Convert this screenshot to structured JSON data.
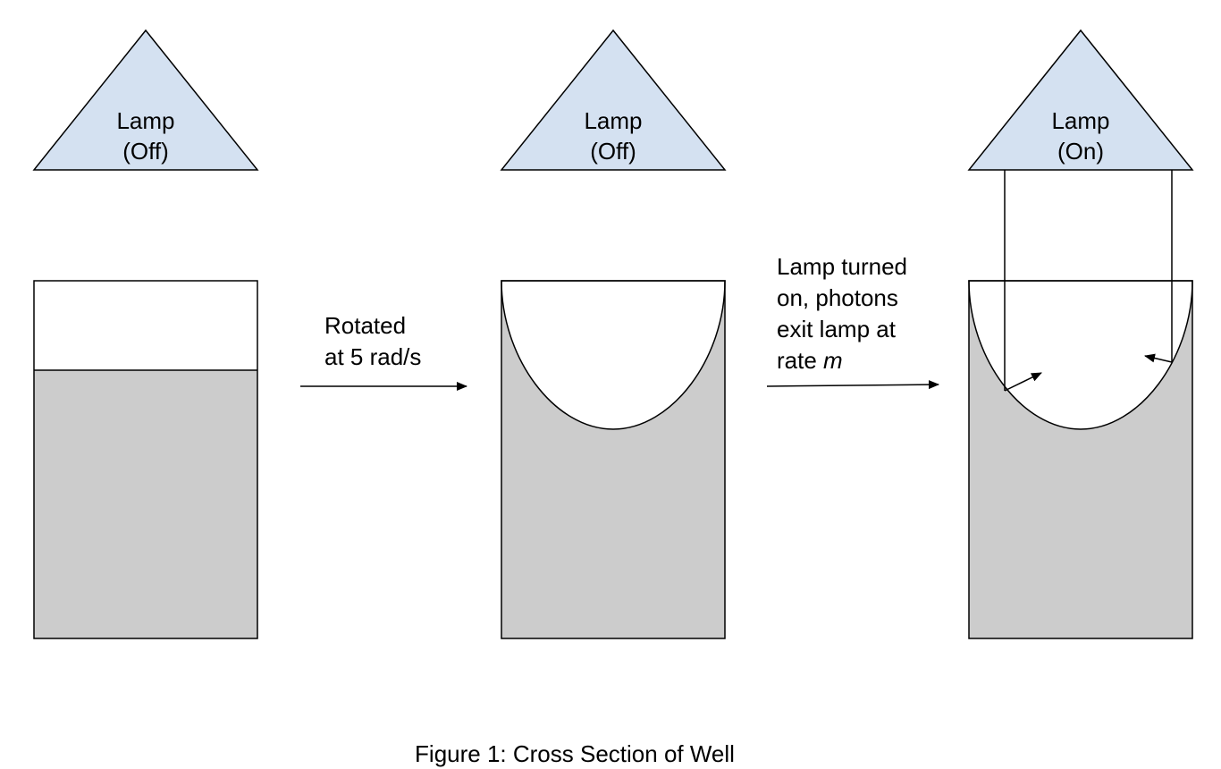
{
  "colors": {
    "lamp_fill": "#d4e1f1",
    "liquid_fill": "#cccccc",
    "stroke": "#000000",
    "background": "#ffffff"
  },
  "panels": [
    {
      "lamp": {
        "line1": "Lamp",
        "line2": "(Off)"
      },
      "liquid_surface": "flat"
    },
    {
      "lamp": {
        "line1": "Lamp",
        "line2": "(Off)"
      },
      "liquid_surface": "paraboloid"
    },
    {
      "lamp": {
        "line1": "Lamp",
        "line2": "(On)"
      },
      "liquid_surface": "paraboloid",
      "light_rays": true
    }
  ],
  "transitions": [
    {
      "line1": "Rotated",
      "line2": "at 5 rad/s"
    },
    {
      "line1": "Lamp turned",
      "line2": "on, photons",
      "line3": "exit lamp at",
      "line4_prefix": "rate ",
      "line4_var": "m"
    }
  ],
  "caption": "Figure 1: Cross Section of Well"
}
